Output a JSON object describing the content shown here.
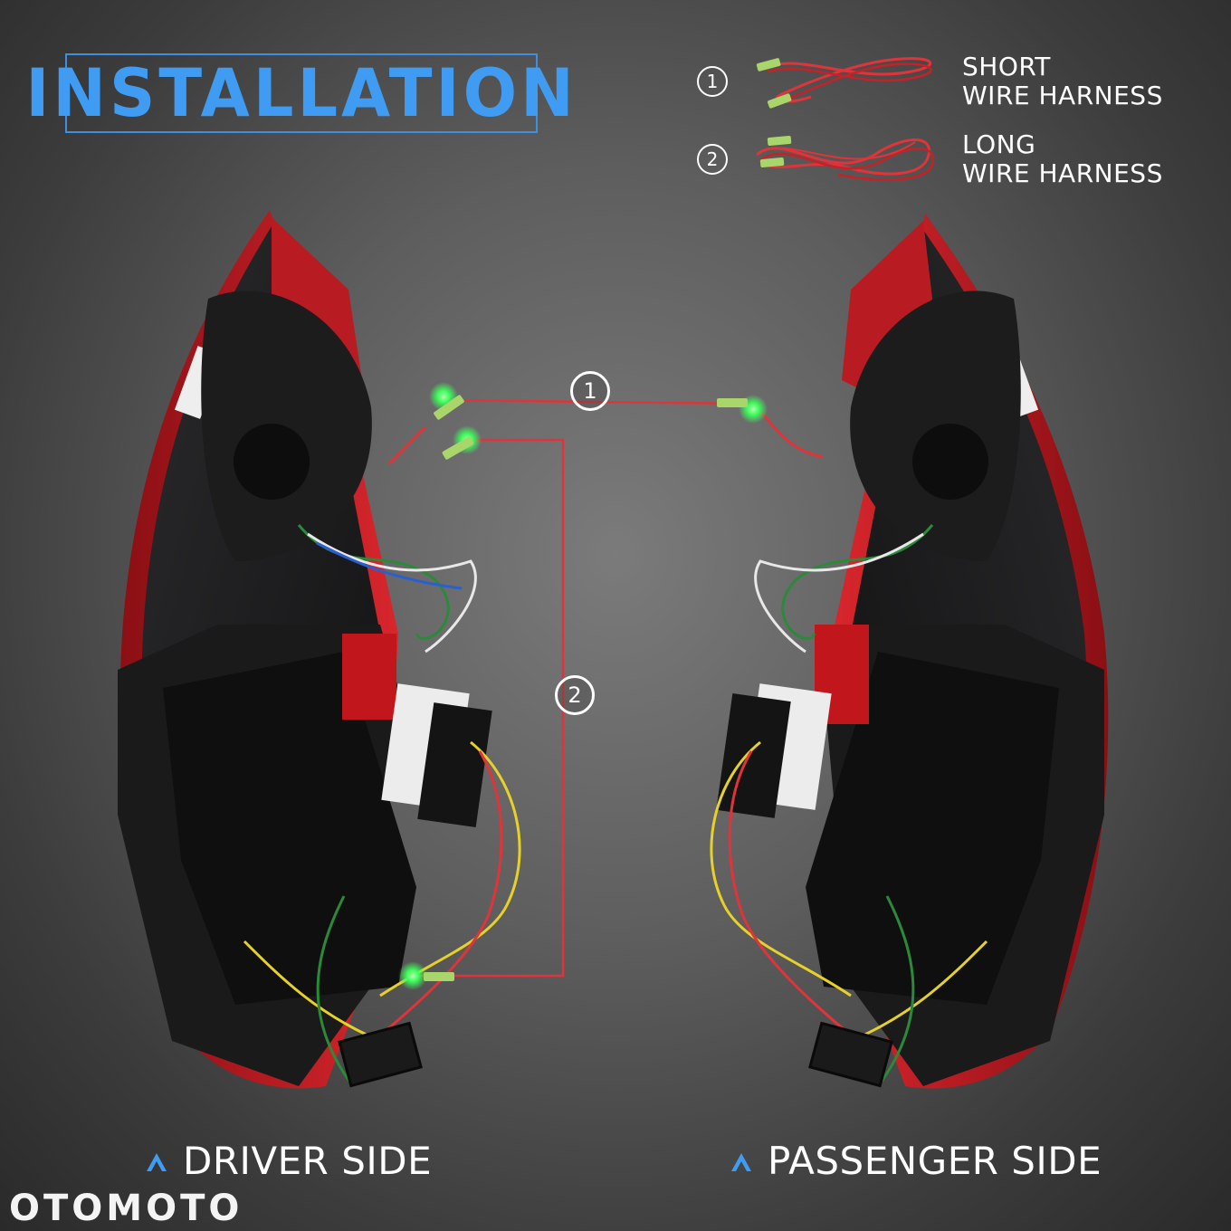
{
  "title": "INSTALLATION",
  "legend": [
    {
      "number": "1",
      "line1": "SHORT",
      "line2": "WIRE HARNESS",
      "icon": "short-wire-harness-icon"
    },
    {
      "number": "2",
      "line1": "LONG",
      "line2": "WIRE HARNESS",
      "icon": "long-wire-harness-icon"
    }
  ],
  "callouts": {
    "first": "1",
    "second": "2"
  },
  "sides": {
    "driver": "DRIVER SIDE",
    "passenger": "PASSENGER SIDE"
  },
  "watermark": "OTOMOTO",
  "colors": {
    "title_blue": "#3f9cf2",
    "harness_red": "#e0343a",
    "connector_green": "#3cff5a",
    "label_blue_arrow": "#3f9cf2"
  }
}
